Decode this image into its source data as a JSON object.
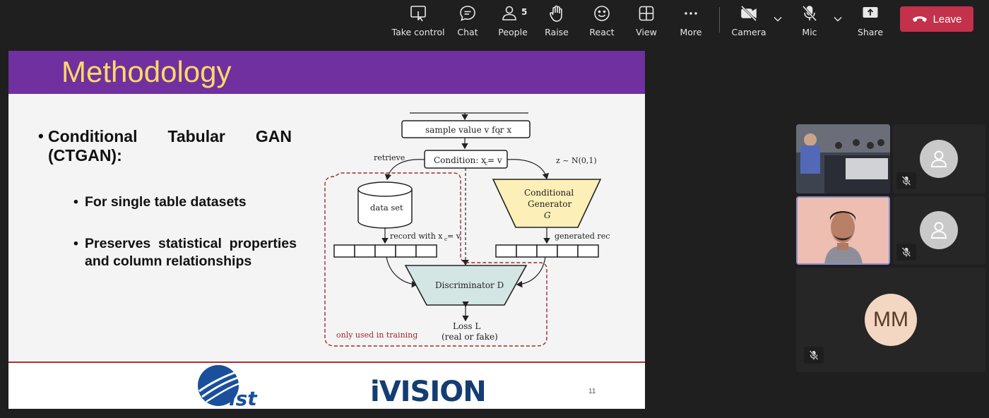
{
  "toolbar": {
    "take_control": "Take control",
    "chat": "Chat",
    "people": "People",
    "people_count": "5",
    "raise": "Raise",
    "react": "React",
    "view": "View",
    "more": "More",
    "camera": "Camera",
    "mic": "Mic",
    "share": "Share",
    "leave": "Leave",
    "leave_color": "#c4314b"
  },
  "slide": {
    "title": "Methodology",
    "header_color": "#7030a0",
    "title_color": "#ffd966",
    "bullet_main_words": [
      "Conditional",
      "Tabular",
      "GAN"
    ],
    "bullet_main_line2": "(CTGAN):",
    "sub_bullets": [
      "For single table datasets",
      "Preserves statistical properties and column relationships"
    ],
    "page_number": "11",
    "logo_left_text": "ist",
    "logo_right_text": "iVISION"
  },
  "diagram": {
    "sample_box": "sample value v for x",
    "sample_sub": "c",
    "retrieve": "retrieve",
    "condition_box": "Condition: x",
    "condition_sub": "c",
    "condition_tail": " = v",
    "z_label": "z ~ N(0,1)",
    "dataset": "data set",
    "generator_l1": "Conditional",
    "generator_l2": "Generator",
    "generator_l3": "G",
    "record_with": "record with x",
    "record_sub": "c",
    "record_tail": " = v",
    "generated": "generated rec",
    "discriminator": "Discriminator D",
    "loss_l1": "Loss L",
    "loss_l2": "(real or fake)",
    "training_note": "only used in training"
  },
  "participants": [
    {
      "name": "video-room",
      "muted": false
    },
    {
      "name": "participant-2",
      "muted": true
    },
    {
      "name": "participant-speaker",
      "muted": false
    },
    {
      "name": "participant-4",
      "muted": true
    },
    {
      "name": "participant-mm",
      "initials": "MM",
      "muted": true
    }
  ]
}
